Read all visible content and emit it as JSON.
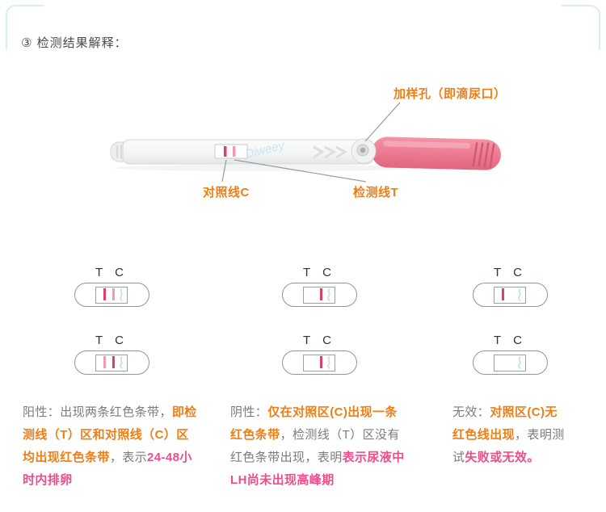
{
  "page": {
    "heading": "③ 检测结果解释："
  },
  "device": {
    "labels": {
      "sample_well": "加样孔（即滴尿口）",
      "control_line": "对照线C",
      "test_line": "检测线T"
    },
    "watermark": "Diweey"
  },
  "diagram_labels": {
    "t": "T",
    "c": "C"
  },
  "colors": {
    "accent_orange": "#F07E16",
    "accent_pink": "#EE4D8B",
    "text_gray": "#7B7B7B",
    "band_red": "#E23E60",
    "band_pink": "#F39AB1",
    "wick_blue": "#BFE2EF",
    "cap_pink": "#EC7B92"
  },
  "results": [
    {
      "name": "positive",
      "diagrams": [
        {
          "t_band": "red",
          "c_band": "pink",
          "wick": true
        },
        {
          "t_band": "pink",
          "c_band": "red",
          "wick": true
        }
      ],
      "text_segments": [
        {
          "text": "阳性：出现两条红色条带，",
          "style": "gray"
        },
        {
          "text": "即检测线（T）区和对照线（C）区均出现红色条带",
          "style": "orange"
        },
        {
          "text": "，表示",
          "style": "gray"
        },
        {
          "text": "24-48小时内排卵",
          "style": "pink"
        }
      ]
    },
    {
      "name": "negative",
      "diagrams": [
        {
          "t_band": null,
          "c_band": "red",
          "wick": true
        },
        {
          "t_band": null,
          "c_band": "red",
          "wick": true
        }
      ],
      "text_segments": [
        {
          "text": "阴性：",
          "style": "gray"
        },
        {
          "text": "仅在对照区(C)出现一条红色条带",
          "style": "orange"
        },
        {
          "text": "，检测线（T）区没有红色条带出现，表明",
          "style": "gray"
        },
        {
          "text": "表示尿液中LH尚未出现高峰期",
          "style": "pink"
        }
      ]
    },
    {
      "name": "invalid",
      "diagrams": [
        {
          "t_band": "red",
          "c_band": null,
          "wick": true
        },
        {
          "t_band": null,
          "c_band": null,
          "wick": true
        }
      ],
      "text_segments": [
        {
          "text": "无效：",
          "style": "gray"
        },
        {
          "text": "对照区(C)无红色线出现",
          "style": "orange"
        },
        {
          "text": "，表明测试",
          "style": "gray"
        },
        {
          "text": "失败或无效。",
          "style": "pink"
        }
      ]
    }
  ]
}
